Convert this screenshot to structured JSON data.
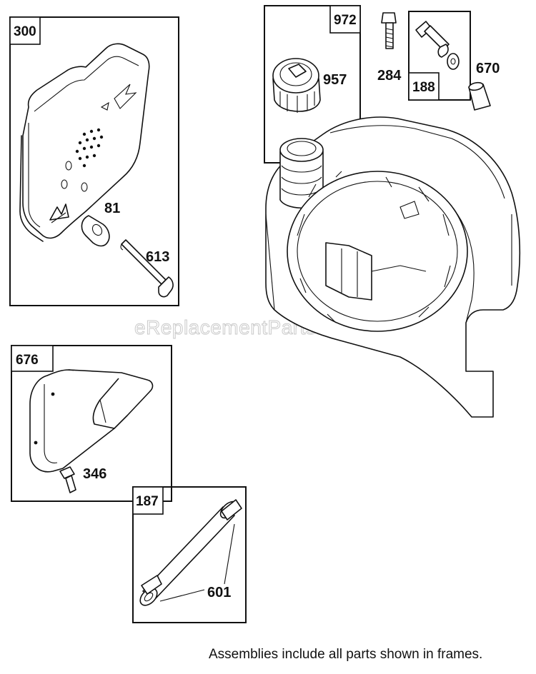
{
  "frames": {
    "muffler_assembly": "300",
    "gas_cap_assembly": "972",
    "bolt_assembly": "188",
    "muffler_guard_assembly": "676",
    "breather_tube_assembly": "187"
  },
  "callouts": {
    "washer": "81",
    "muffler_stud": "613",
    "gas_cap": "957",
    "fitting": "284",
    "spacer": "670",
    "guard_screw": "346",
    "hose_clamp": "601"
  },
  "watermark": "eReplacementParts.com",
  "footer_note": "Assemblies include all parts shown in frames."
}
